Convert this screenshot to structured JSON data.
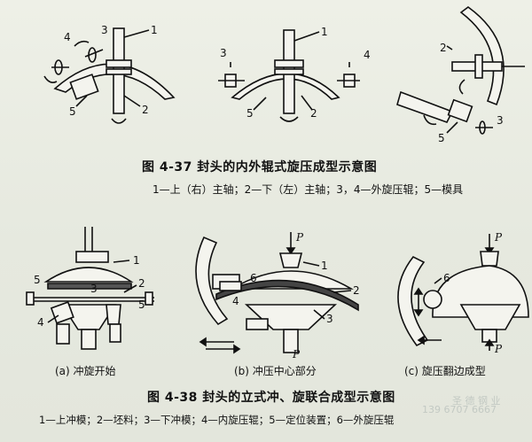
{
  "figure_437": {
    "title": "图 4-37   封头的内外辊式旋压成型示意图",
    "legend": "1—上（右）主轴；2—下（左）主轴；3，4—外旋压辊；5—模具",
    "labels": {
      "n1": "1",
      "n2": "2",
      "n3": "3",
      "n4": "4",
      "n5": "5"
    }
  },
  "figure_438": {
    "title": "图 4-38   封头的立式冲、旋联合成型示意图",
    "legend": "1—上冲模；2—坯料；3—下冲模；4—内旋压辊；5—定位装置；6—外旋压辊",
    "sub_captions": {
      "a": "(a) 冲旋开始",
      "b": "(b) 冲压中心部分",
      "c": "(c) 旋压翻边成型"
    },
    "force_label": "P",
    "labels": {
      "n1": "1",
      "n2": "2",
      "n3": "3",
      "n4": "4",
      "n5": "5",
      "n6": "6"
    }
  },
  "watermark": {
    "line1": "圣 德 钢 业",
    "line2": "139 6707 6667"
  }
}
